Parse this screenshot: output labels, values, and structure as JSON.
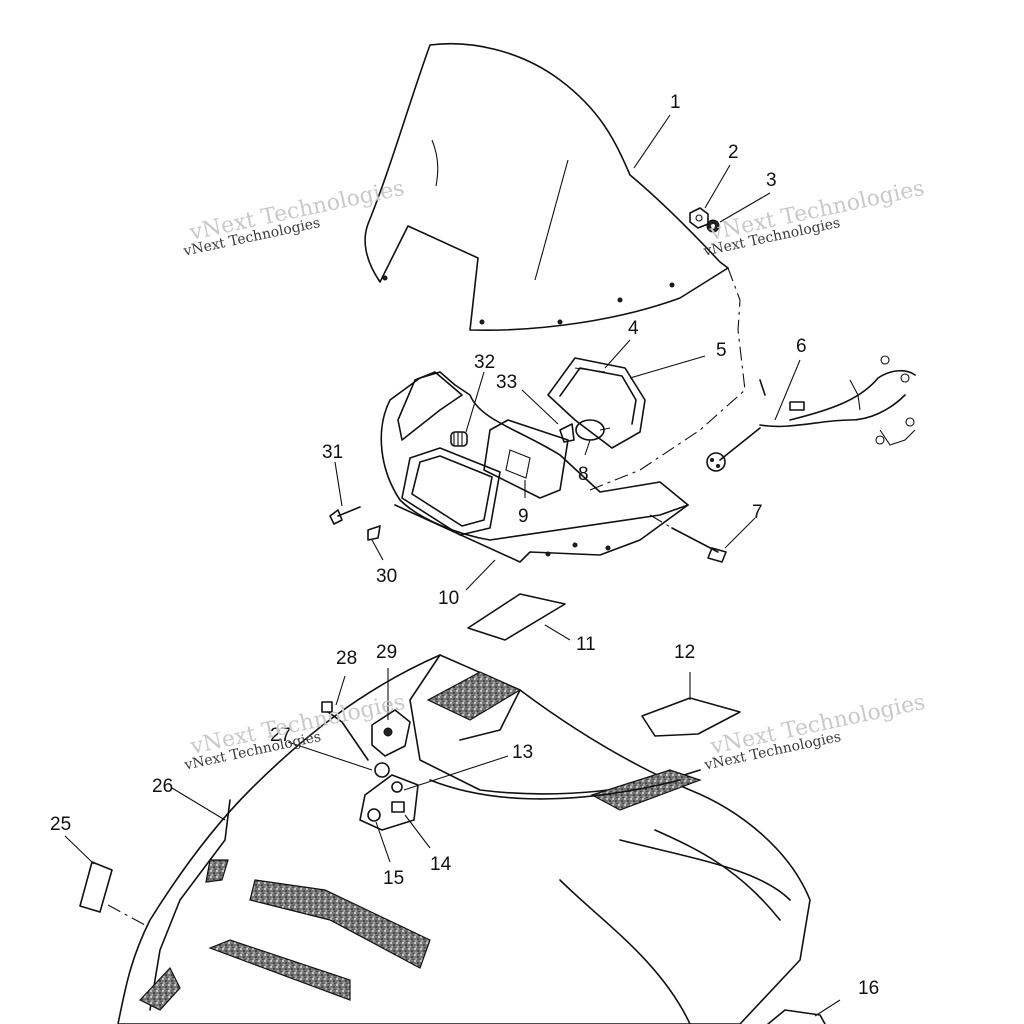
{
  "watermark": {
    "large": "vNext Technologies",
    "small": "vNext Technologies"
  },
  "callouts": [
    "1",
    "2",
    "3",
    "4",
    "5",
    "6",
    "7",
    "8",
    "9",
    "10",
    "11",
    "12",
    "13",
    "14",
    "15",
    "16",
    "25",
    "26",
    "27",
    "28",
    "29",
    "30",
    "31",
    "32",
    "33"
  ]
}
